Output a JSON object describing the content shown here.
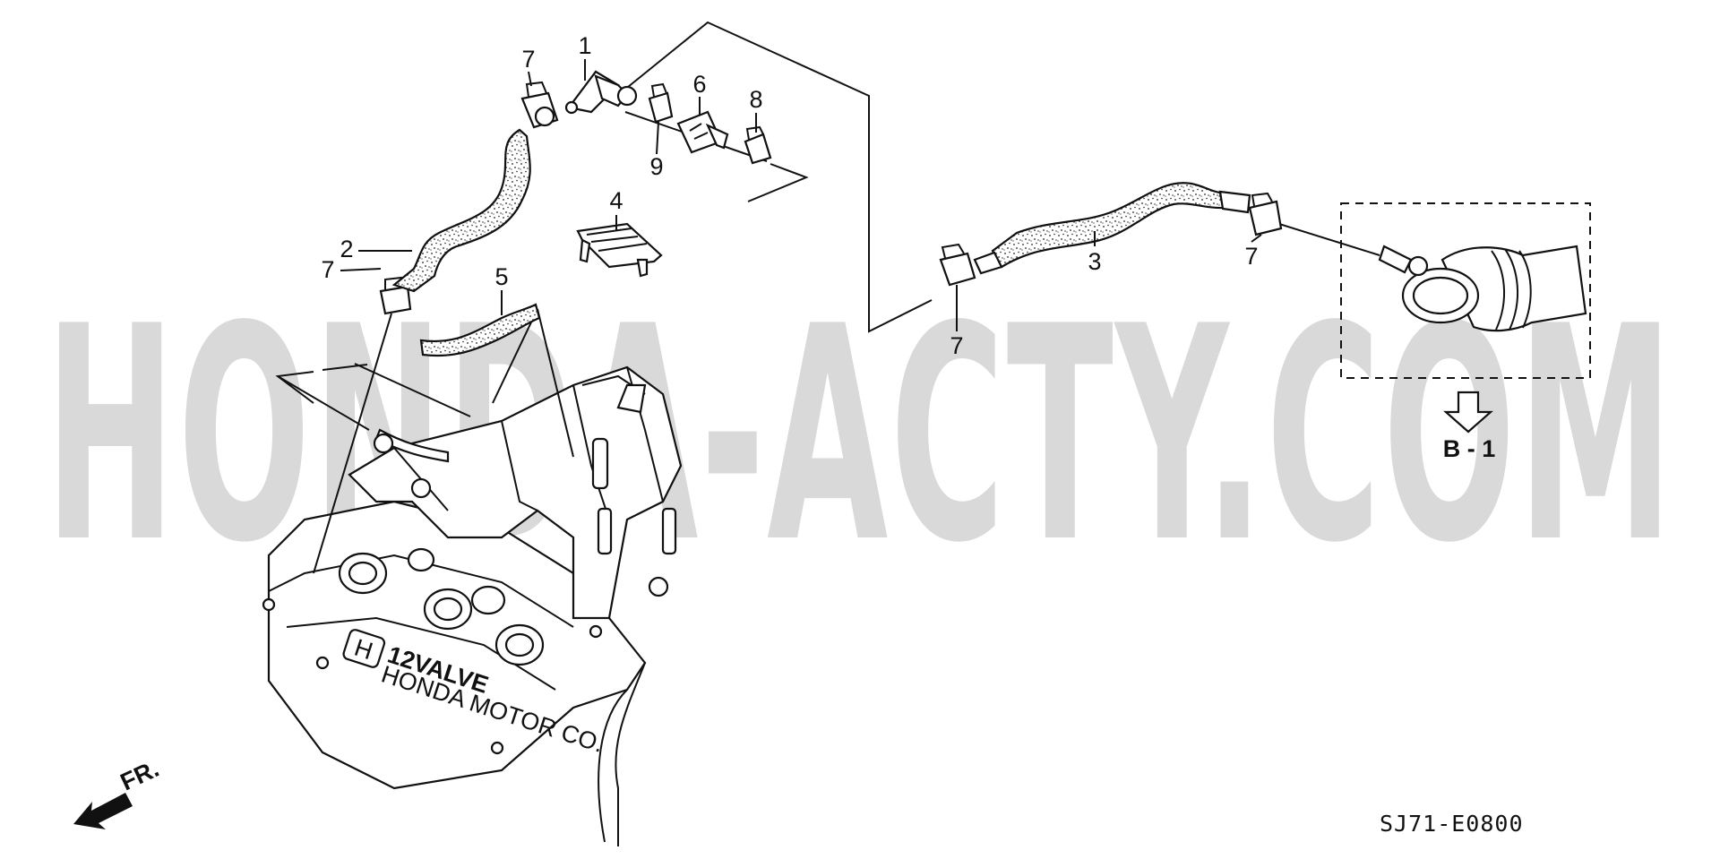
{
  "watermark": "HONDA-ACTY.COM",
  "diagram_code": "SJ71-E0800",
  "front_label": "FR.",
  "ref_label": "B - 1",
  "engine_cover": {
    "logo": "H",
    "line1": "12VALVE",
    "line2": "HONDA MOTOR CO."
  },
  "callouts": {
    "c1": "1",
    "c2": "2",
    "c3": "3",
    "c4": "4",
    "c5": "5",
    "c6": "6",
    "c7a": "7",
    "c7b": "7",
    "c7c": "7",
    "c7d": "7",
    "c8": "8",
    "c9": "9"
  }
}
